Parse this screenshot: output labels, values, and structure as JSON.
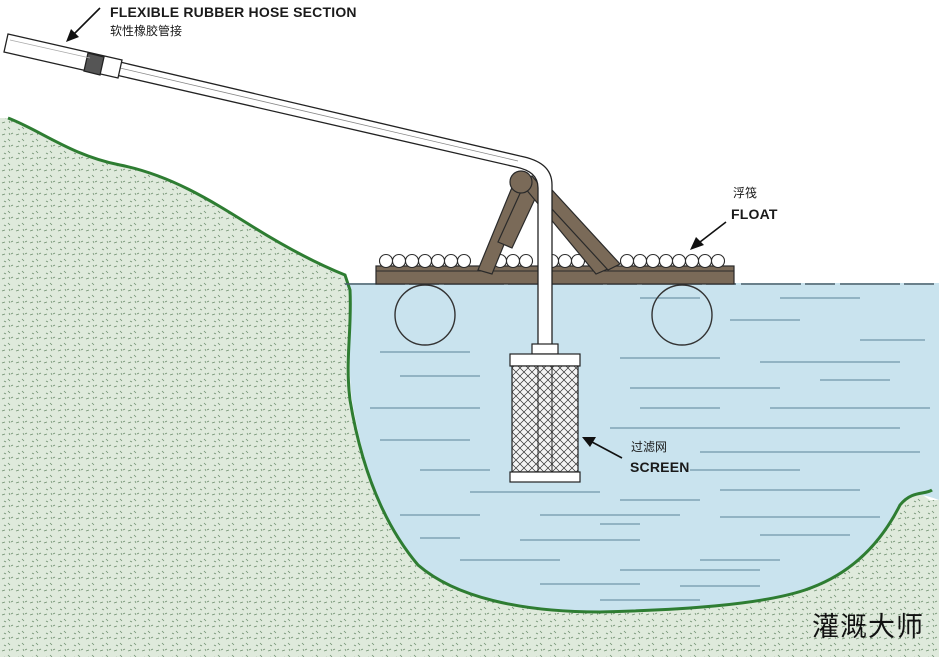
{
  "labels": {
    "hose_en": "FLEXIBLE RUBBER HOSE SECTION",
    "hose_zh": "软性橡胶管接",
    "float_zh": "浮筏",
    "float_en": "FLOAT",
    "screen_zh": "过滤网",
    "screen_en": "SCREEN"
  },
  "watermark": "灌溉大师",
  "colors": {
    "water": "#c9e3ee",
    "bank_fill": "#dce9dc",
    "bank_line": "#2e7d32",
    "raft_wood": "#7a6a58",
    "pipe_fill": "#ffffff",
    "outline": "#222222"
  }
}
